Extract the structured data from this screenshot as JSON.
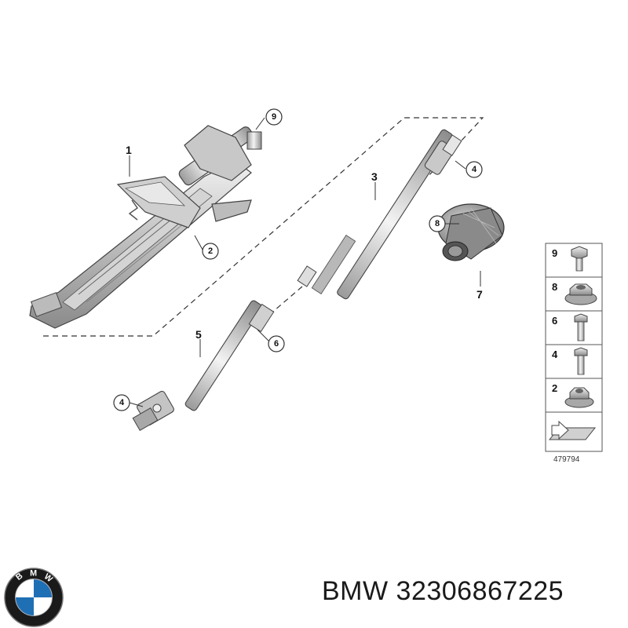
{
  "diagram": {
    "callouts": {
      "p1": "1",
      "p2": "2",
      "p3": "3",
      "p4a": "4",
      "p4b": "4",
      "p5": "5",
      "p6": "6",
      "p7": "7",
      "p8": "8",
      "p9": "9"
    },
    "legend": {
      "items": [
        {
          "label": "9",
          "icon": "hex-flange-bolt-icon"
        },
        {
          "label": "8",
          "icon": "hex-flange-nut-icon"
        },
        {
          "label": "6",
          "icon": "long-bolt-icon"
        },
        {
          "label": "4",
          "icon": "bolt-icon"
        },
        {
          "label": "2",
          "icon": "hex-nut-icon"
        }
      ],
      "reference": "479794"
    }
  },
  "brand": {
    "name": "BMW",
    "part_number": "32306867225",
    "logo_letters": [
      "B",
      "M",
      "W"
    ],
    "colors": {
      "logo_blue": "#1f6fb5",
      "logo_ring": "#1a1a1a"
    }
  }
}
